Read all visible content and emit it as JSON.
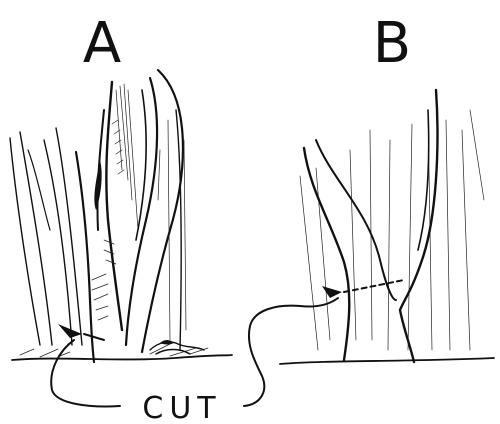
{
  "labels": {
    "left": "A",
    "right": "B",
    "cut": "CUT"
  }
}
